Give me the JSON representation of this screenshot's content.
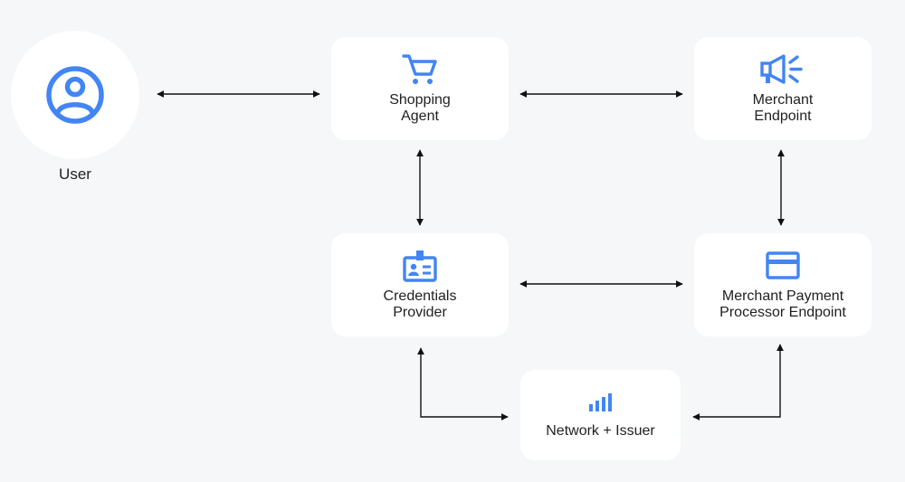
{
  "user": {
    "label": "User",
    "icon": "account-circle-icon"
  },
  "nodes": {
    "shopping_agent": {
      "line1": "Shopping",
      "line2": "Agent",
      "icon": "shopping-cart-icon"
    },
    "merchant_endpoint": {
      "line1": "Merchant",
      "line2": "Endpoint",
      "icon": "megaphone-icon"
    },
    "credentials_provider": {
      "line1": "Credentials",
      "line2": "Provider",
      "icon": "badge-icon"
    },
    "merchant_payment_processor": {
      "line1": "Merchant Payment",
      "line2": "Processor Endpoint",
      "icon": "credit-card-icon"
    },
    "network_issuer": {
      "line1": "Network + Issuer",
      "icon": "signal-bars-icon"
    }
  },
  "colors": {
    "background": "#f6f7f9",
    "node": "#ffffff",
    "icon": "#4285f4",
    "arrow": "#111111",
    "text": "#1f1f1f"
  }
}
